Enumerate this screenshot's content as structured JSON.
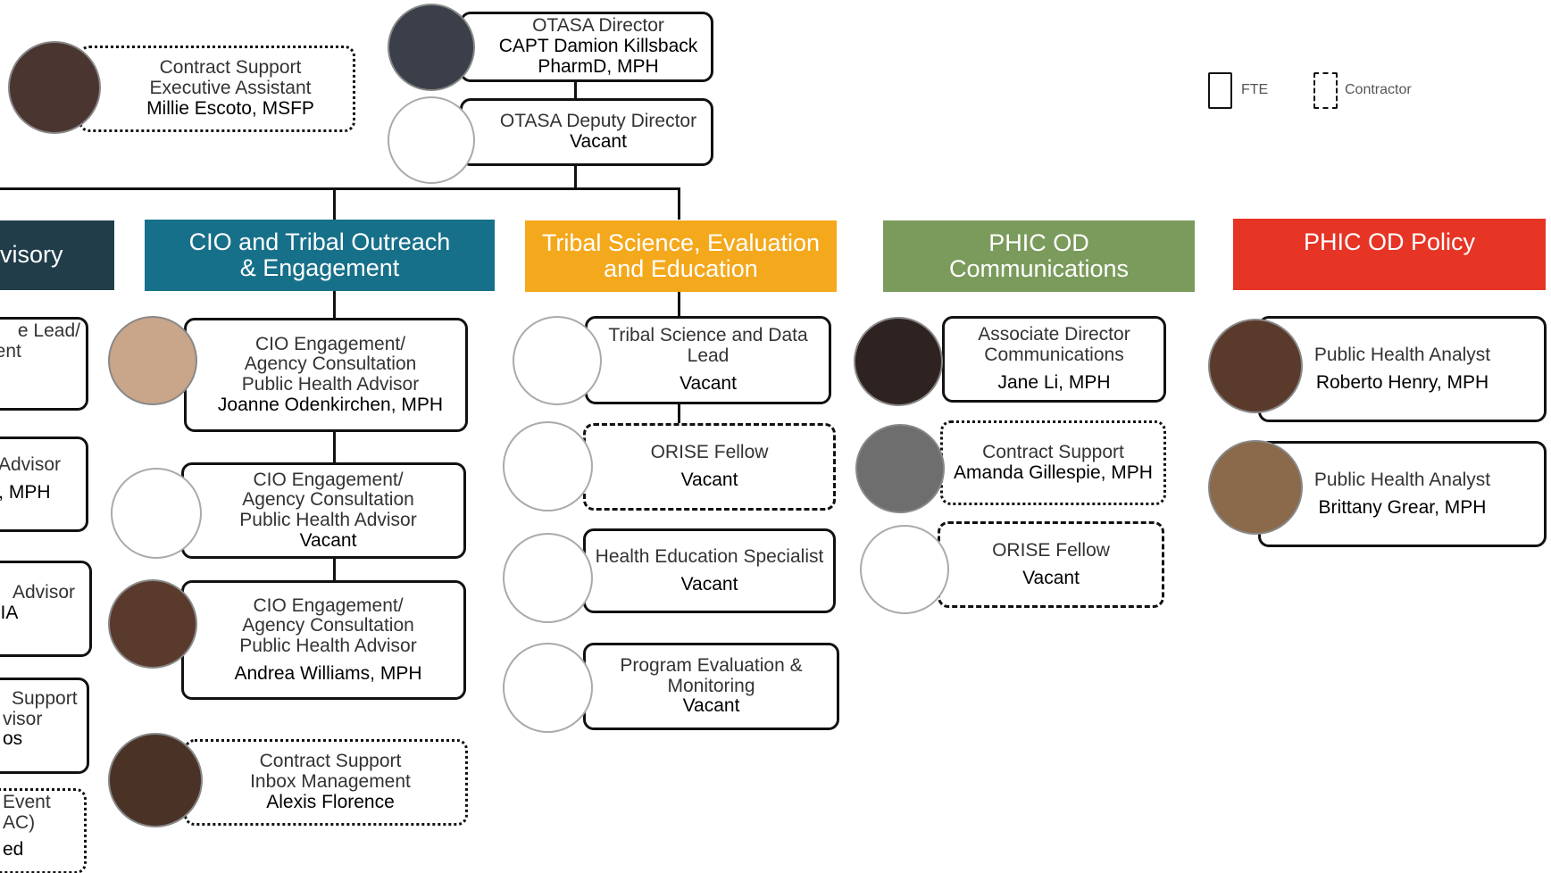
{
  "colors": {
    "advisory_header": "#213d4a",
    "cio_header": "#177089",
    "tsee_header": "#f4a81c",
    "comms_header": "#7b9b5c",
    "policy_header": "#e63425"
  },
  "legend": {
    "fte_label": "FTE",
    "contractor_label": "Contractor"
  },
  "director": {
    "title": "OTASA Director",
    "name": "CAPT Damion Killsback",
    "credentials": "PharmD, MPH"
  },
  "deputy": {
    "title": "OTASA Deputy Director",
    "name": "Vacant"
  },
  "exec_assistant": {
    "line1": "Contract Support",
    "line2": "Executive Assistant",
    "name": "Millie Escoto, MSFP"
  },
  "departments": {
    "advisory": {
      "line1": "visory"
    },
    "cio": {
      "line1": "CIO and Tribal Outreach",
      "line2": "& Engagement"
    },
    "tsee": {
      "line1": "Tribal Science, Evaluation",
      "line2": "and Education"
    },
    "comms": {
      "line1": "PHIC OD",
      "line2": "Communications"
    },
    "policy": {
      "line1": "PHIC OD  Policy"
    }
  },
  "advisory_cards": [
    {
      "line1": "e Lead/",
      "line2": "nent"
    },
    {
      "line1": "Advisor",
      "line2": "D, MPH"
    },
    {
      "line1": "Advisor",
      "line2": "MIA"
    },
    {
      "line1": "Support",
      "line2": "visor",
      "line3": "os"
    },
    {
      "line1": "Event",
      "line2": "AC)",
      "line3": "ed"
    }
  ],
  "cio_cards": [
    {
      "line1": "CIO Engagement/",
      "line2": "Agency Consultation",
      "line3": "Public Health Advisor",
      "name": "Joanne Odenkirchen, MPH"
    },
    {
      "line1": "CIO Engagement/",
      "line2": "Agency Consultation",
      "line3": "Public Health Advisor",
      "name": "Vacant"
    },
    {
      "line1": "CIO Engagement/",
      "line2": "Agency Consultation",
      "line3": "Public Health Advisor",
      "name": "Andrea Williams, MPH"
    },
    {
      "line1": "Contract Support",
      "line2": "Inbox Management",
      "name": "Alexis Florence"
    }
  ],
  "tsee_cards": [
    {
      "line1": "Tribal Science and Data",
      "line2": "Lead",
      "name": "Vacant"
    },
    {
      "line1": "ORISE Fellow",
      "name": "Vacant"
    },
    {
      "line1": "Health Education Specialist",
      "name": "Vacant"
    },
    {
      "line1": "Program Evaluation &",
      "line2": "Monitoring",
      "name": "Vacant"
    }
  ],
  "comms_cards": [
    {
      "line1": "Associate Director",
      "line2": "Communications",
      "name": "Jane Li, MPH"
    },
    {
      "line1": "Contract Support",
      "name": "Amanda Gillespie, MPH"
    },
    {
      "line1": "ORISE Fellow",
      "name": "Vacant"
    }
  ],
  "policy_cards": [
    {
      "line1": "Public Health Analyst",
      "name": "Roberto Henry, MPH"
    },
    {
      "line1": "Public Health Analyst",
      "name": "Brittany Grear, MPH"
    }
  ]
}
